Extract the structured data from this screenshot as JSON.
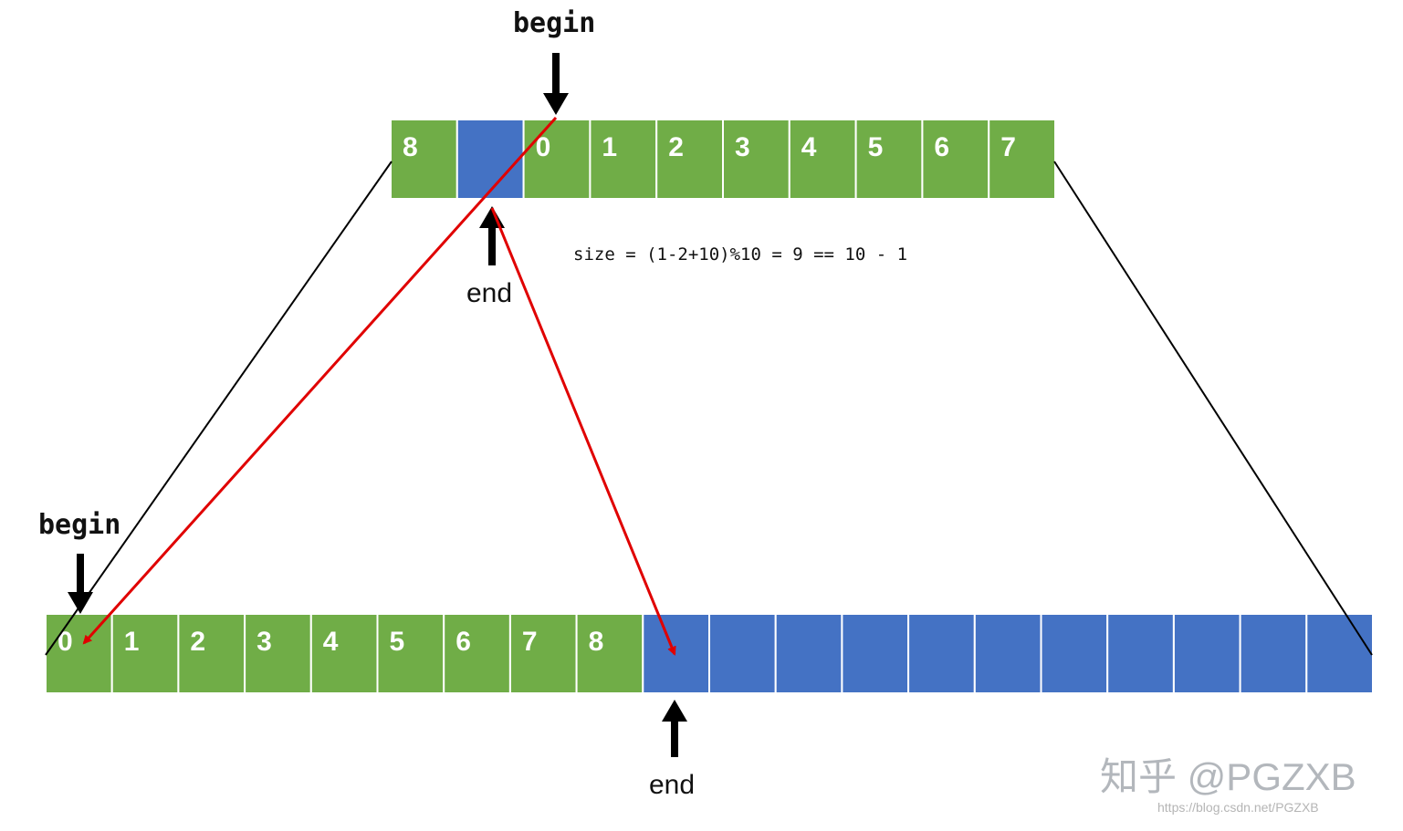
{
  "colors": {
    "filled": "#70AD47",
    "empty": "#4472C4",
    "cell_border": "#ffffff",
    "arrow_black": "#000000",
    "arrow_red": "#E00000",
    "text_on_cell": "#ffffff"
  },
  "top_array": {
    "cells": [
      "8",
      "",
      "0",
      "1",
      "2",
      "3",
      "4",
      "5",
      "6",
      "7"
    ],
    "filled": [
      true,
      false,
      true,
      true,
      true,
      true,
      true,
      true,
      true,
      true
    ]
  },
  "bottom_array": {
    "cells": [
      "0",
      "1",
      "2",
      "3",
      "4",
      "5",
      "6",
      "7",
      "8",
      "",
      "",
      "",
      "",
      "",
      "",
      "",
      "",
      "",
      "",
      ""
    ],
    "filled": [
      true,
      true,
      true,
      true,
      true,
      true,
      true,
      true,
      true,
      false,
      false,
      false,
      false,
      false,
      false,
      false,
      false,
      false,
      false,
      false
    ]
  },
  "labels": {
    "begin_top": "begin",
    "end_top": "end",
    "begin_bottom": "begin",
    "end_bottom": "end"
  },
  "equation": "size = (1-2+10)%10 = 9 == 10 - 1",
  "watermark": "知乎 @PGZXB",
  "url": "https://blog.csdn.net/PGZXB"
}
